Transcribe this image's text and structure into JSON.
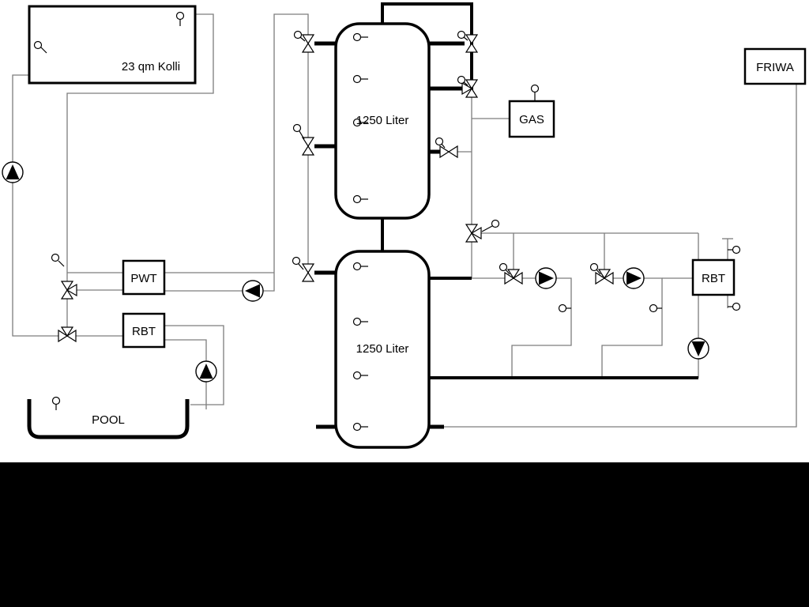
{
  "labels": {
    "collector": "23 qm Kolli",
    "tank_top": "1250 Liter",
    "tank_bottom": "1250 Liter",
    "gas": "GAS",
    "friwa": "FRIWA",
    "pwt": "PWT",
    "rbt_left": "RBT",
    "rbt_right": "RBT",
    "pool": "POOL"
  },
  "colors": {
    "pipe": "#7d7d7d",
    "line_main": "#000000",
    "background": "#ffffff",
    "letterbox": "#000000"
  }
}
